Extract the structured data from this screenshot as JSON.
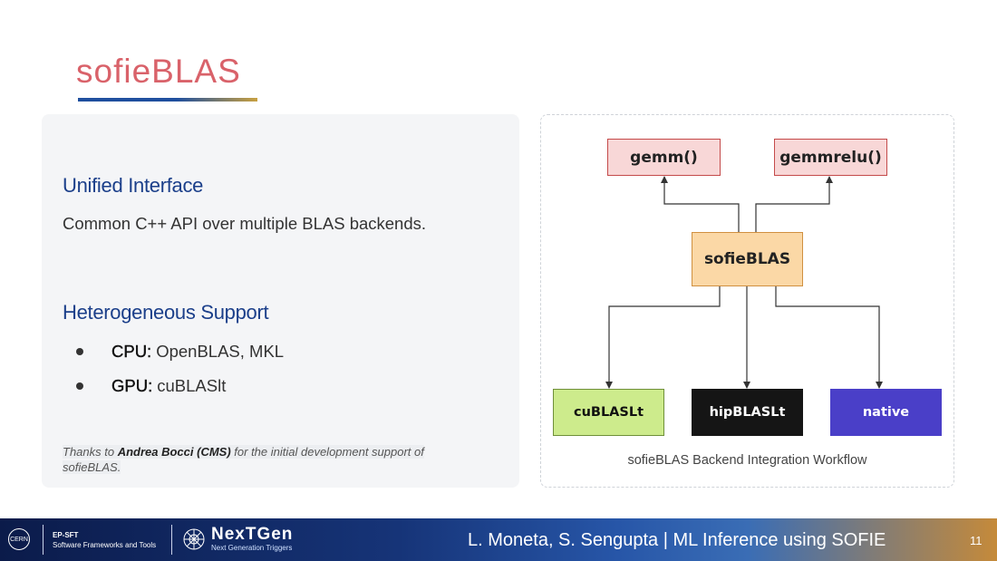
{
  "slide": {
    "title": "sofieBLAS",
    "page_number": "11"
  },
  "left": {
    "heading1": "Unified Interface",
    "text1": "Common C++ API over multiple BLAS backends.",
    "heading2": "Heterogeneous Support",
    "bullets": [
      {
        "label": "CPU:",
        "value": "OpenBLAS, MKL"
      },
      {
        "label": "GPU:",
        "value": "cuBLASlt"
      }
    ],
    "thanks_pre": "Thanks to ",
    "thanks_name": "Andrea Bocci (CMS)",
    "thanks_post": " for the initial development support of sofieBLAS."
  },
  "diagram": {
    "nodes": {
      "gemm": "gemm()",
      "gemmrelu": "gemmrelu()",
      "sofieblas": "sofieBLAS",
      "cublaslt": "cuBLASLt",
      "hipblaslt": "hipBLASLt",
      "native": "native"
    },
    "caption": "sofieBLAS Backend Integration Workflow",
    "colors": {
      "api_fill": "#f8d7d7",
      "api_border": "#c44a4a",
      "core_fill": "#fbd8a6",
      "core_border": "#d09040",
      "cublas_fill": "#cdeb8c",
      "hip_fill": "#151515",
      "native_fill": "#4a3fc8"
    }
  },
  "footer": {
    "cern_logo": "CERN",
    "ep_sft_line1": "EP-SFT",
    "ep_sft_line2": "Software Frameworks and Tools",
    "nextgen_title": "NexTGen",
    "nextgen_sub": "Next Generation Triggers",
    "authors": "L. Moneta, S. Sengupta |   ML Inference using SOFIE"
  }
}
